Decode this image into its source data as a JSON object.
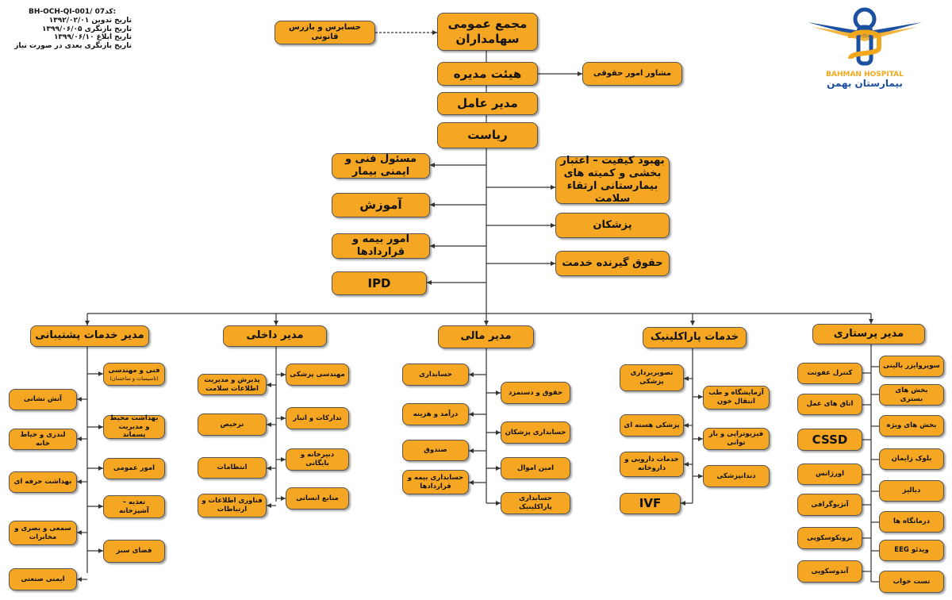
{
  "header": {
    "doc_code_line": "BH-OCH-QI-001/ 07‏:کد",
    "compile_date_line": "تاریخ تدوین   ۱۳۹۲/۰۲/۰۱",
    "revise_date_line": "تاریخ بازنگری  ۱۳۹۹/۰۶/۰۵",
    "notify_date_line": "تاریخ ابلاغ    ۱۳۹۹/۰۶/۱۰",
    "next_revise_line": "تاریخ بازنگری بعدی در صورت نیاز"
  },
  "logo": {
    "name_en": "BAHMAN HOSPITAL",
    "name_fa": "بیمارستان بهمن",
    "colors": {
      "blue": "#1b4fa0",
      "gold": "#f2a81d"
    }
  },
  "colors": {
    "box_fill": "#f5a623",
    "box_border": "#555555",
    "line": "#333333"
  },
  "top": {
    "assembly": "مجمع عمومی سهامداران",
    "auditor": "حسابرس و بازرس قانونی",
    "board": "هیئت مدیره",
    "legal_advisor": "مشاور امور حقوقی",
    "ceo": "مدیر عامل",
    "presidency": "ریاست"
  },
  "staff": {
    "patient_safety": "مسئول فنی و ایمنی بیمار",
    "education": "آموزش",
    "insurance": "امور بیمه و قراردادها",
    "ipd": "IPD",
    "quality": "بهبود کیفیت – اعتبار بخشی و کمیته های بیمارستانی ارتقاء سلامت",
    "physicians": "پزشکان",
    "patient_rights": "حقوق گیرنده خدمت"
  },
  "departments": {
    "support": {
      "title": "مدیر خدمات پشتیبانی",
      "inner": [
        "فنی و مهندسی",
        "بهداشت محیط و مدیریت پسماند",
        "امور عمومی",
        "تغذیه – آشپزخانه",
        "فضای سبز"
      ],
      "inner_sub": "(تاسیسات و ساختمان)",
      "outer": [
        "آتش نشانی",
        "لندری و خیاط خانه",
        "بهداشت حرفه ای",
        "سمعی و بصری و مخابرات",
        "ایمنی صنعتی"
      ]
    },
    "internal": {
      "title": "مدیر داخلی",
      "left": [
        "پذیرش و مدیریت اطلاعات سلامت",
        "ترخیص",
        "انتظامات",
        "فناوری اطلاعات و ارتباطات"
      ],
      "right": [
        "مهندسی پزشکی",
        "تدارکات و انبار",
        "دبیرخانه و بایگانی",
        "منابع انسانی"
      ]
    },
    "finance": {
      "title": "مدیر مالی",
      "left": [
        "حسابداری",
        "درآمد و هزینه",
        "صندوق",
        "حسابداری بیمه و قراردادها"
      ],
      "right": [
        "حقوق و دستمزد",
        "حسابداری پزشکان",
        "امین اموال",
        "حسابداری پاراکلینیک"
      ]
    },
    "paraclinic": {
      "title": "خدمات پاراکلینیک",
      "left": [
        "تصویربرداری پزشکی",
        "پزشکی هسته ای",
        "خدمات دارویی و داروخانه",
        "IVF"
      ],
      "right": [
        "آزمایشگاه و طب انتقال خون",
        "فیزیوتراپی و باز توانی",
        "دندانپزشکی"
      ]
    },
    "nursing": {
      "title": "مدیر پرستاری",
      "left": [
        "کنترل عفونت",
        "اتاق های عمل",
        "CSSD",
        "اورژانس",
        "آنژیوگرافی",
        "برونکوسکوپی",
        "آندوسکوپی"
      ],
      "right": [
        "سوپروایزر بالینی",
        "بخش های بستری",
        "بخش های ویژه",
        "بلوک زایمان",
        "دیالیز",
        "درمانگاه ها",
        "ویدئو EEG",
        "تست خواب"
      ]
    }
  }
}
